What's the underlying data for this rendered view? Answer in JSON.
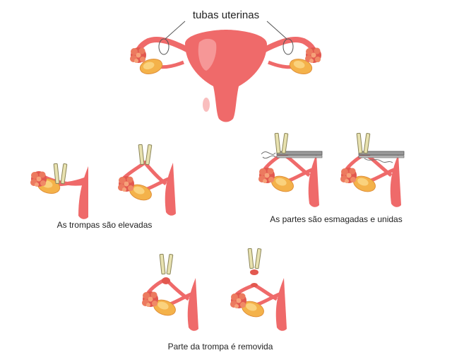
{
  "labels": {
    "title": "tubas uterinas",
    "step1": "As trompas são elevadas",
    "step2": "As partes são esmagadas e unidas",
    "step3": "Parte da trompa é removida"
  },
  "colors": {
    "uterus": "#ef6a6a",
    "uterus_light": "#f7a3a3",
    "ovary": "#f4b24a",
    "ovary_light": "#fbd98a",
    "fimbria": "#e2584f",
    "clip": "#e8e2b0",
    "clip_edge": "#8a8458",
    "forceps": "#9a9a9a"
  },
  "icons": {
    "uterus": "uterus-illustration",
    "clip": "tubal-clip-icon",
    "forceps": "forceps-icon",
    "suture": "suture-thread-icon"
  }
}
